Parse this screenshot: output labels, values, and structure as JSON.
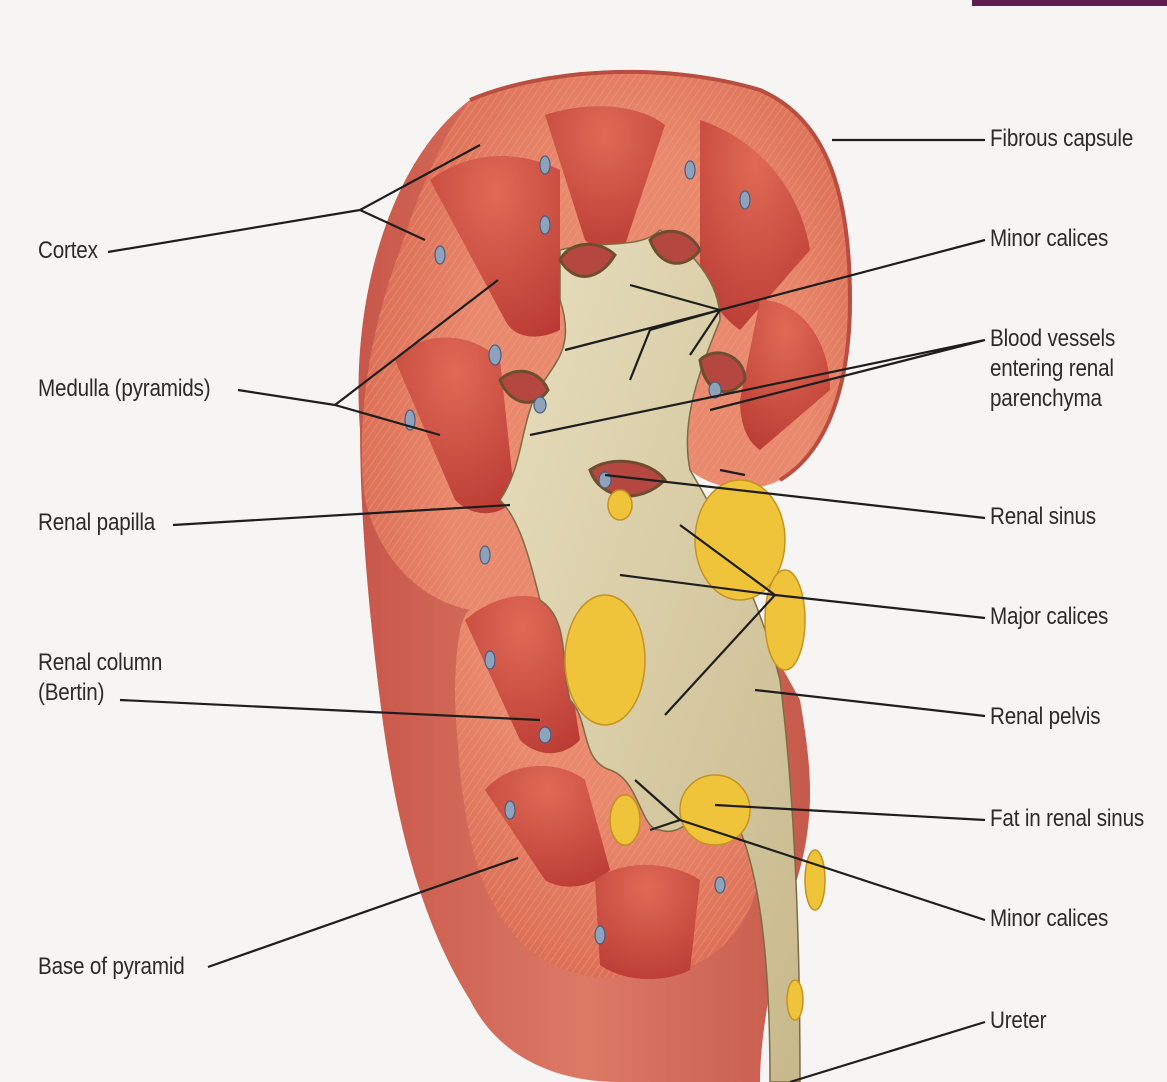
{
  "labels": {
    "cortex": "Cortex",
    "medulla": "Medulla (pyramids)",
    "renal_papilla": "Renal papilla",
    "renal_column": "Renal column\n(Bertin)",
    "base_of_pyramid": "Base of pyramid",
    "fibrous_capsule": "Fibrous capsule",
    "minor_calices_top": "Minor calices",
    "blood_vessels": "Blood vessels\nentering renal\nparenchyma",
    "renal_sinus": "Renal sinus",
    "major_calices": "Major calices",
    "renal_pelvis": "Renal pelvis",
    "fat_in_renal_sinus": "Fat in renal sinus",
    "minor_calices_bottom": "Minor calices",
    "ureter": "Ureter"
  },
  "colors": {
    "background": "#f6f5f3",
    "capsule": "#d9665a",
    "cortex": "#e9896d",
    "medulla": "#c9453c",
    "sinus": "#d8cba3",
    "fat": "#f0c43a",
    "leader_line": "#1e1e1e",
    "corner_tab": "#5a1f4f"
  }
}
